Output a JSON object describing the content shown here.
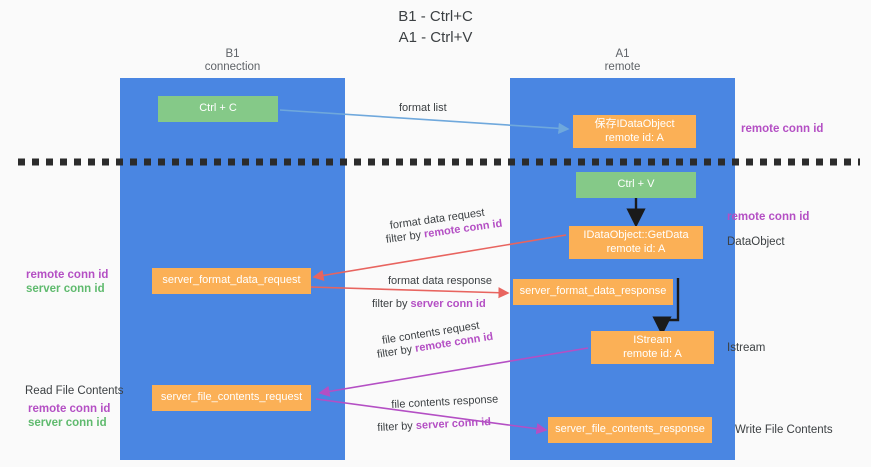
{
  "title": {
    "line1": "B1 - Ctrl+C",
    "line2": "A1 - Ctrl+V"
  },
  "columns": [
    {
      "name": "B1",
      "sub": "connection"
    },
    {
      "name": "A1",
      "sub": "remote"
    }
  ],
  "colors": {
    "lane": "#4a86e2",
    "green_box": "#85c988",
    "orange_box": "#fbb056",
    "purple": "#b44fc4",
    "green_text": "#5fba6e",
    "red_arrow": "#e8645f",
    "blue_arrow": "#6fa8dc",
    "magenta_arrow": "#b44fc4",
    "black_arrow": "#000000",
    "divider": "#3c4043",
    "text": "#3c4043"
  },
  "boxes": {
    "ctrl_c": "Ctrl + C",
    "ctrl_v": "Ctrl + V",
    "save_idataobject_line1": "保存IDataObject",
    "save_idataobject_line2": "remote id: A",
    "getdata_line1": "IDataObject::GetData",
    "getdata_line2": "remote id: A",
    "istream_line1": "IStream",
    "istream_line2": "remote id: A",
    "server_format_data_request": "server_format_data_request",
    "server_format_data_response": "server_format_data_response",
    "server_file_contents_request": "server_file_contents_request",
    "server_file_contents_response": "server_file_contents_response"
  },
  "annotations": {
    "format_list": "format list",
    "format_data_request": "format data request",
    "format_data_response": "format data response",
    "file_contents_request": "file contents request",
    "file_contents_response": "file contents response",
    "filter_by": "filter by ",
    "remote_conn_id": "remote conn id",
    "server_conn_id": "server conn id"
  },
  "side_labels": {
    "right_remote_conn_id_top": "remote conn id",
    "right_remote_conn_id_mid": "remote conn id",
    "dataobject": "DataObject",
    "istream": "Istream",
    "write_file_contents": "Write File Contents",
    "left_remote_conn_id_mid": "remote conn id",
    "left_server_conn_id_mid": "server conn id",
    "read_file_contents": "Read File Contents",
    "left_remote_conn_id_bottom": "remote conn id",
    "left_server_conn_id_bottom": "server conn id"
  }
}
